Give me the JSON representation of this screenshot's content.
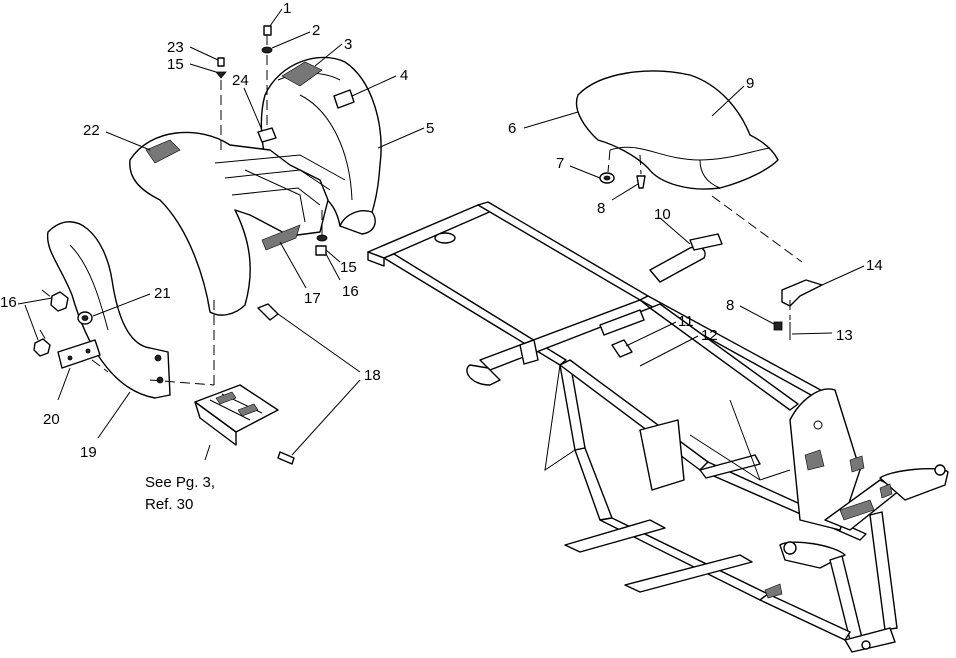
{
  "callouts": {
    "c1": "1",
    "c2": "2",
    "c3": "3",
    "c4": "4",
    "c5": "5",
    "c6": "6",
    "c7": "7",
    "c8a": "8",
    "c8b": "8",
    "c9": "9",
    "c10": "10",
    "c11": "11",
    "c12": "12",
    "c13": "13",
    "c14": "14",
    "c15a": "15",
    "c15b": "15",
    "c16a": "16",
    "c16b": "16",
    "c17": "17",
    "c18": "18",
    "c19": "19",
    "c20": "20",
    "c21": "21",
    "c22": "22",
    "c23": "23",
    "c24": "24"
  },
  "note": {
    "line1": "See Pg. 3,",
    "line2": "Ref.  30"
  }
}
